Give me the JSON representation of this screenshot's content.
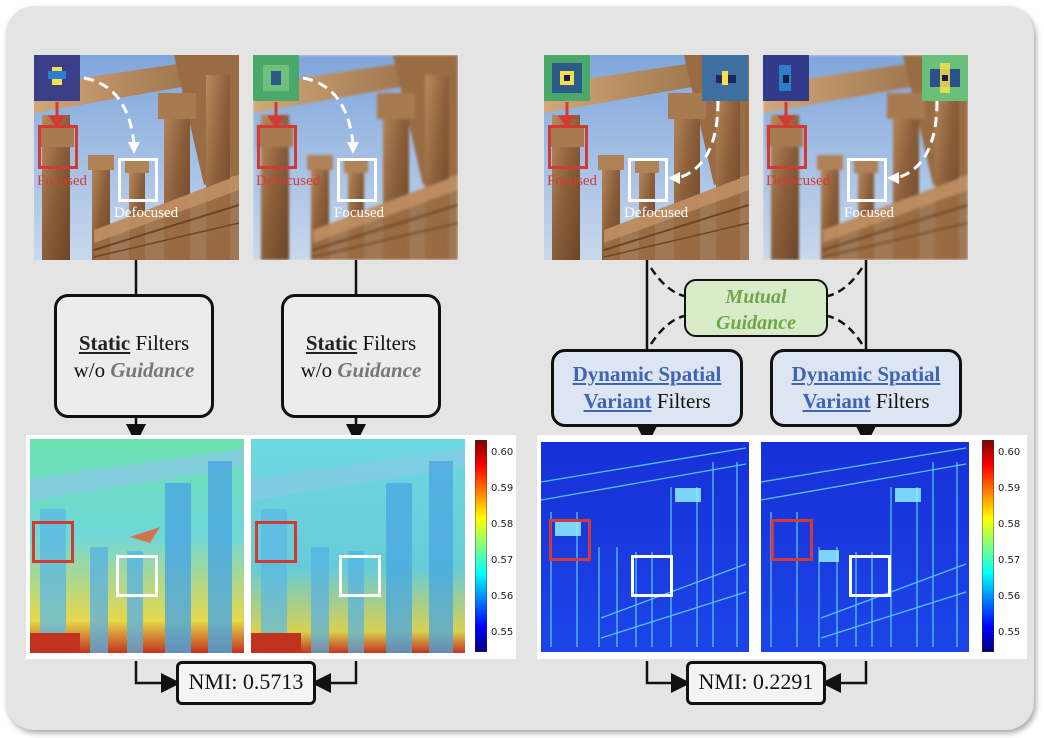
{
  "top_left": {
    "image1": {
      "red_label": "Focused",
      "white_label": "Defocused"
    },
    "image2": {
      "red_label": "Defocused",
      "white_label": "Focused"
    }
  },
  "top_right": {
    "image1": {
      "red_label": "Focused",
      "white_label": "Defocused"
    },
    "image2": {
      "red_label": "Defocused",
      "white_label": "Focused"
    }
  },
  "static_filter": {
    "keyword": "Static",
    "rest": " Filters",
    "wo": "w/o ",
    "guidance": "Guidance"
  },
  "dynamic_filter": {
    "line1": "Dynamic Spatial",
    "line2_kw": "Variant",
    "line2_rest": " Filters"
  },
  "mutual_guidance": {
    "line1": "Mutual",
    "line2": "Guidance"
  },
  "colorbar": {
    "ticks": [
      "0.60",
      "0.59",
      "0.58",
      "0.57",
      "0.56",
      "0.55"
    ]
  },
  "nmi_left": "NMI: 0.5713",
  "nmi_right": "NMI: 0.2291",
  "colors": {
    "focus_red": "#d23a35",
    "mutual_green": "#6fa64b",
    "dynamic_blue": "#3f63b5"
  }
}
